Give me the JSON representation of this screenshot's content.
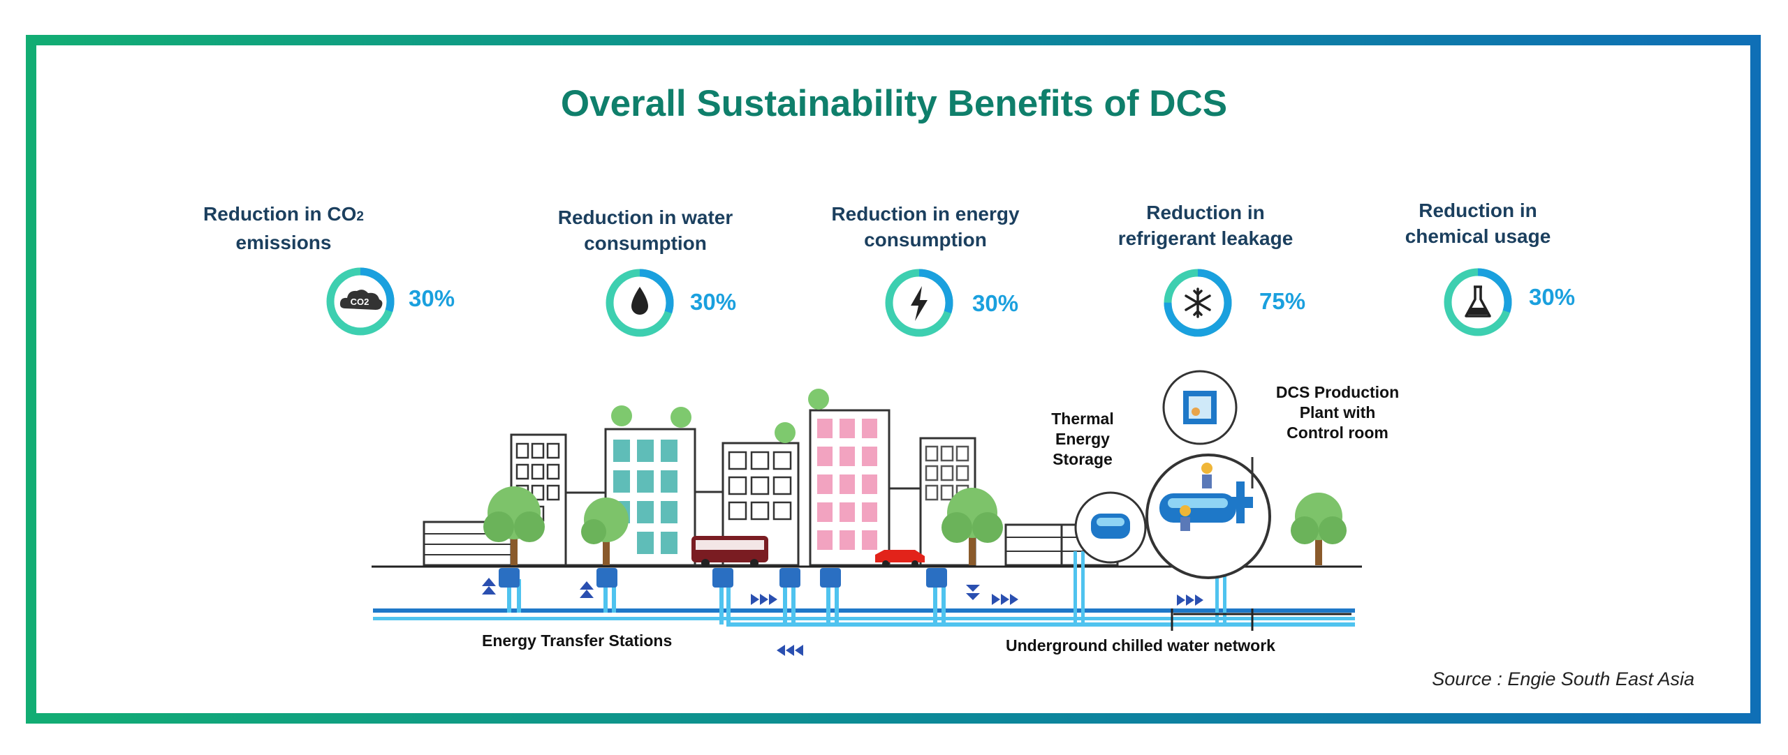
{
  "title": "Overall Sustainability Benefits of DCS",
  "stats": [
    {
      "label_a": "Reduction in CO",
      "label_sub": "2",
      "label_b": "emissions",
      "value": "30%",
      "percent": 30,
      "icon": "co2-cloud-icon"
    },
    {
      "label_a": "Reduction in water",
      "label_b": "consumption",
      "value": "30%",
      "percent": 30,
      "icon": "water-drop-icon"
    },
    {
      "label_a": "Reduction in energy",
      "label_b": "consumption",
      "value": "30%",
      "percent": 30,
      "icon": "lightning-icon"
    },
    {
      "label_a": "Reduction in",
      "label_b": "refrigerant leakage",
      "value": "75%",
      "percent": 75,
      "icon": "snowflake-icon"
    },
    {
      "label_a": "Reduction in",
      "label_b": "chemical usage",
      "value": "30%",
      "percent": 30,
      "icon": "flask-icon"
    }
  ],
  "co2_icon_text": "CO2",
  "illustration": {
    "thermal_storage": [
      "Thermal",
      "Energy",
      "Storage"
    ],
    "dcs_plant": [
      "DCS Production",
      "Plant with",
      "Control room"
    ],
    "ets_label": "Energy Transfer Stations",
    "network_label": "Underground chilled water network"
  },
  "source": "Source : Engie South East Asia",
  "colors": {
    "title": "#0f7f6b",
    "ring_teal": "#3dcfb0",
    "ring_blue": "#1aa0de",
    "percent": "#1aa0de",
    "label": "#1b3f5e",
    "pipe": "#1e78c8",
    "pipe_light": "#4fc3ef"
  }
}
